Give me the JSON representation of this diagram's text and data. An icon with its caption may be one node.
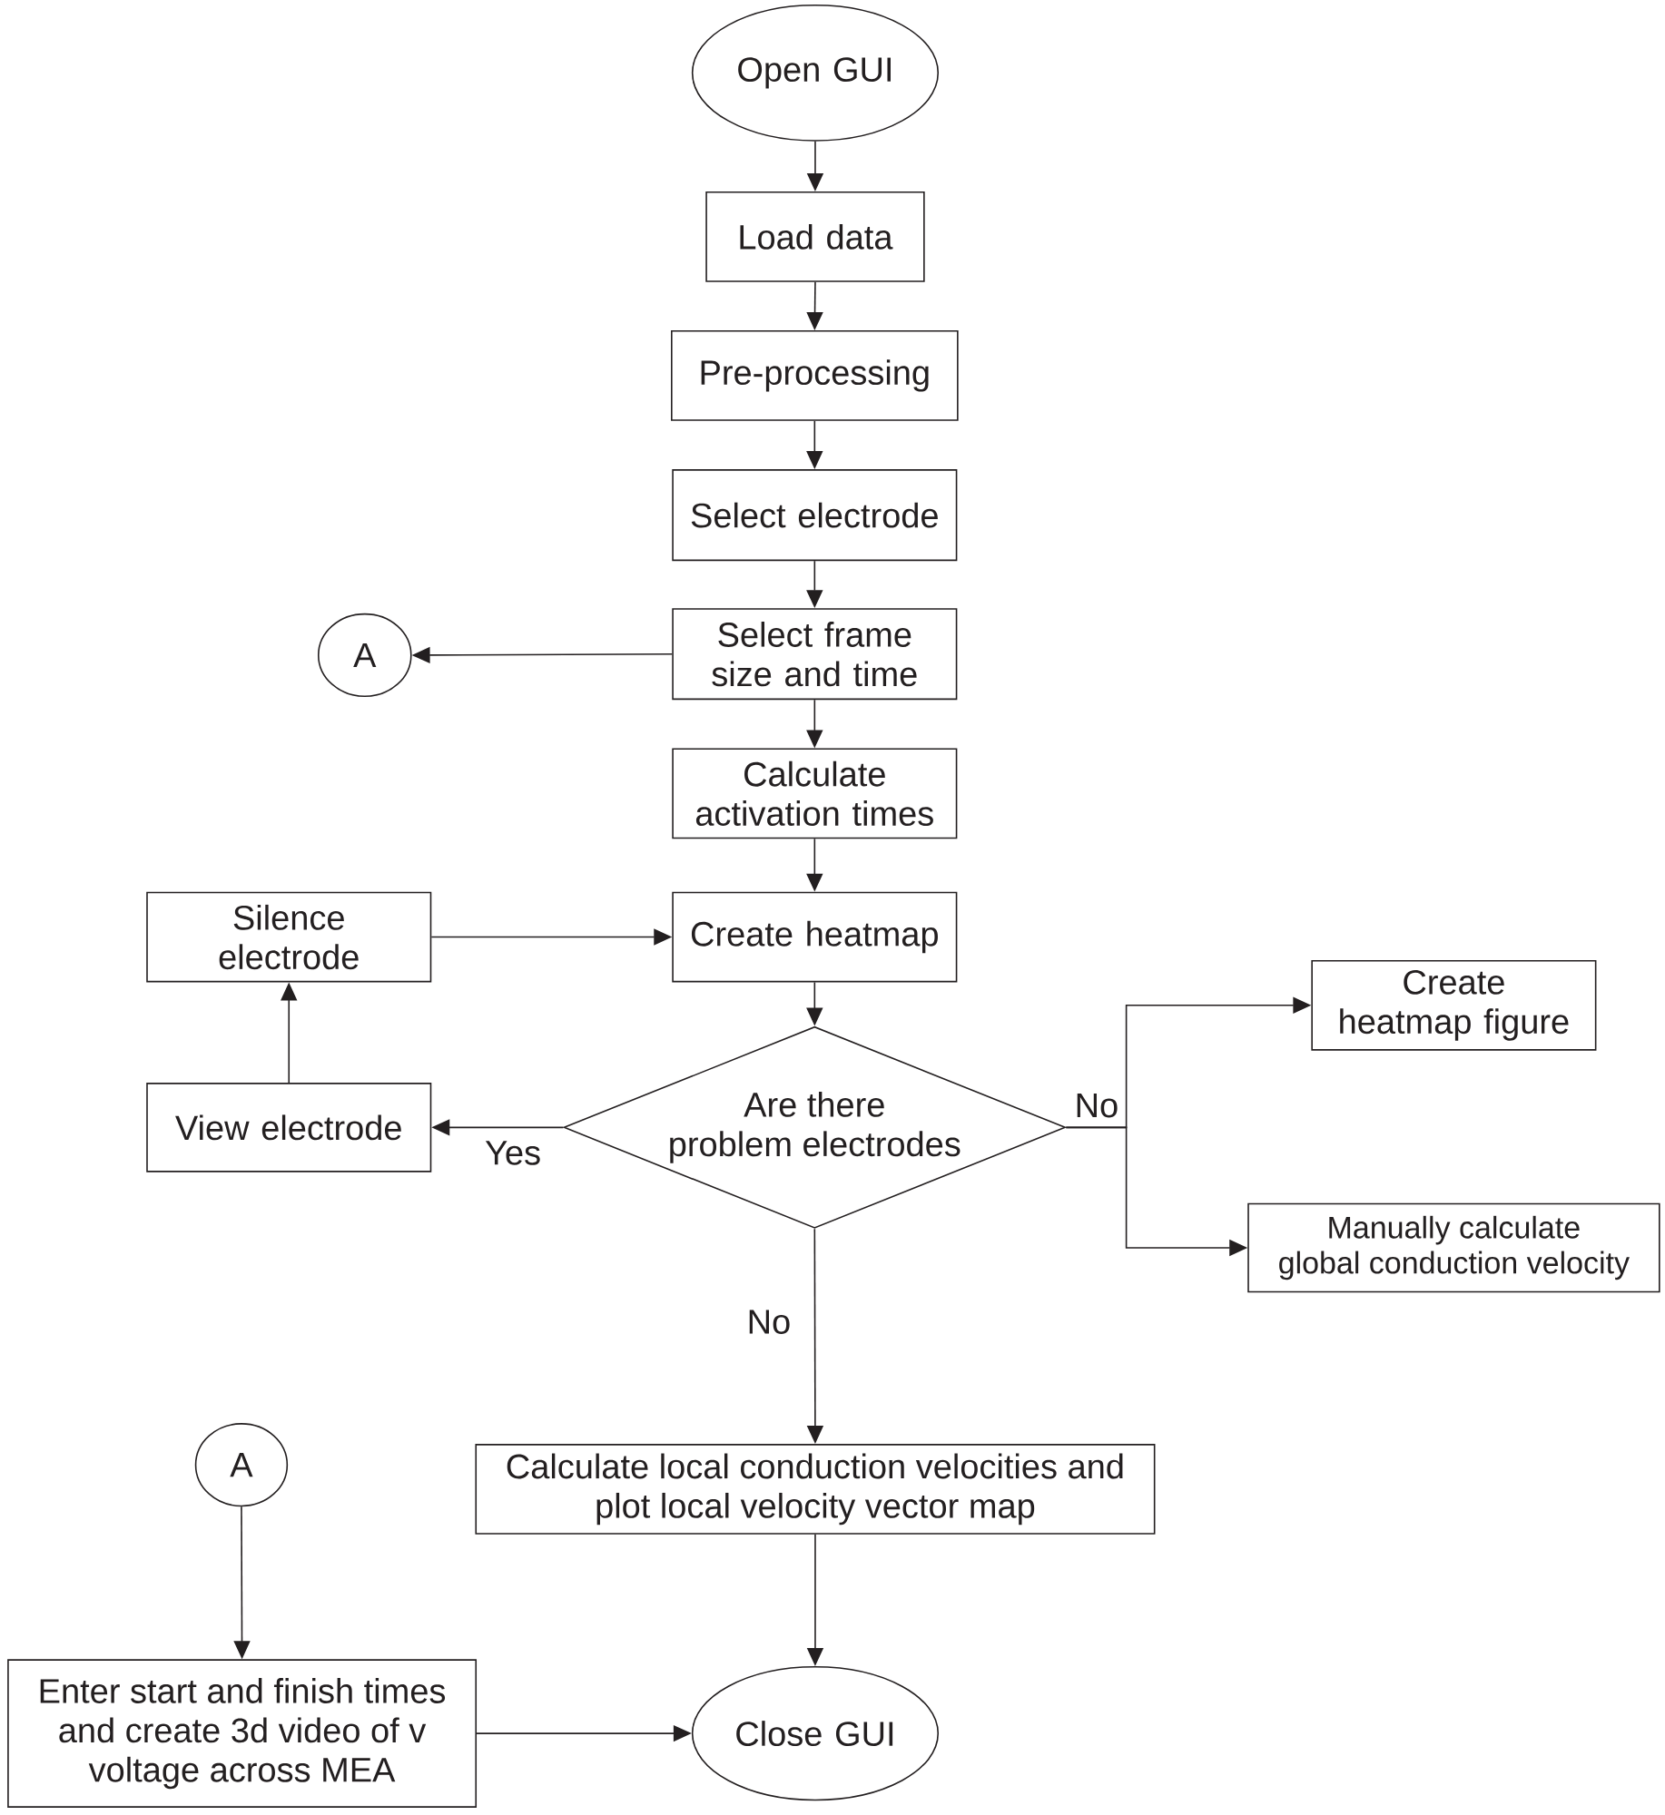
{
  "diagram": {
    "nodes": [
      {
        "text": [
          "Open GUI"
        ]
      },
      {
        "text": [
          "Load data"
        ]
      },
      {
        "text": [
          "Pre-processing"
        ]
      },
      {
        "text": [
          "Select electrode"
        ]
      },
      {
        "text": [
          "A"
        ]
      },
      {
        "text": [
          "Select frame size and time"
        ]
      },
      {
        "text": [
          "Calculate activation times"
        ]
      },
      {
        "text": [
          "Silence electrode"
        ]
      },
      {
        "text": [
          "Create heatmap"
        ]
      },
      {
        "text": [
          "Create heatmap figure"
        ]
      },
      {
        "text": [
          "View electrode"
        ]
      },
      {
        "text": [
          "Are there problem electrodes"
        ]
      },
      {
        "text": [
          "Manually calculate global conduction velocity"
        ]
      },
      {
        "text": [
          "A"
        ]
      },
      {
        "text": [
          "Calculate local conduction velocities and plot local velocity vector map"
        ]
      },
      {
        "text": [
          "Enter start and finish times and create 3d video of v voltage across MEA"
        ]
      },
      {
        "text": [
          "Close GUI"
        ]
      }
    ],
    "edges": [
      {
        "from": 0,
        "to": 1,
        "arrow": "to"
      },
      {
        "from": 1,
        "to": 2,
        "arrow": "to"
      },
      {
        "from": 2,
        "to": 3,
        "arrow": "to"
      },
      {
        "from": 3,
        "to": 5,
        "arrow": "to"
      },
      {
        "from": 5,
        "to": 4,
        "arrow": "to"
      },
      {
        "from": 5,
        "to": 6,
        "arrow": "to"
      },
      {
        "from": 6,
        "to": 8,
        "arrow": "to"
      },
      {
        "from": 8,
        "to": 11,
        "arrow": "to"
      },
      {
        "from": 11,
        "to": 10,
        "arrow": "to",
        "label": "Yes"
      },
      {
        "from": 10,
        "to": 7,
        "arrow": "to"
      },
      {
        "from": 7,
        "to": 8,
        "arrow": "to"
      },
      {
        "from": 11,
        "to": 9,
        "arrow": "to",
        "label": "No"
      },
      {
        "from": 11,
        "to": 12,
        "arrow": "to"
      },
      {
        "from": 11,
        "to": 14,
        "arrow": "to",
        "label": "No"
      },
      {
        "from": 14,
        "to": 16,
        "arrow": "to"
      },
      {
        "from": 13,
        "to": 15,
        "arrow": "to"
      },
      {
        "from": 15,
        "to": 16,
        "arrow": "to"
      }
    ]
  }
}
